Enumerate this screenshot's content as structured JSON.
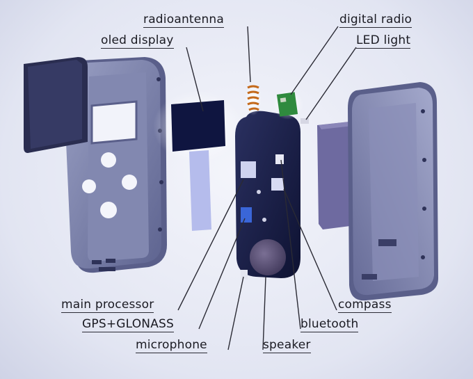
{
  "labels": {
    "radioantenna": "radioantenna",
    "oled_display": "oled display",
    "digital_radio": "digital radio",
    "led_light": "LED light",
    "main_processor": "main processor",
    "gps_glonass": "GPS+GLONASS",
    "microphone": "microphone",
    "compass": "compass",
    "bluetooth": "bluetooth",
    "speaker": "speaker"
  }
}
